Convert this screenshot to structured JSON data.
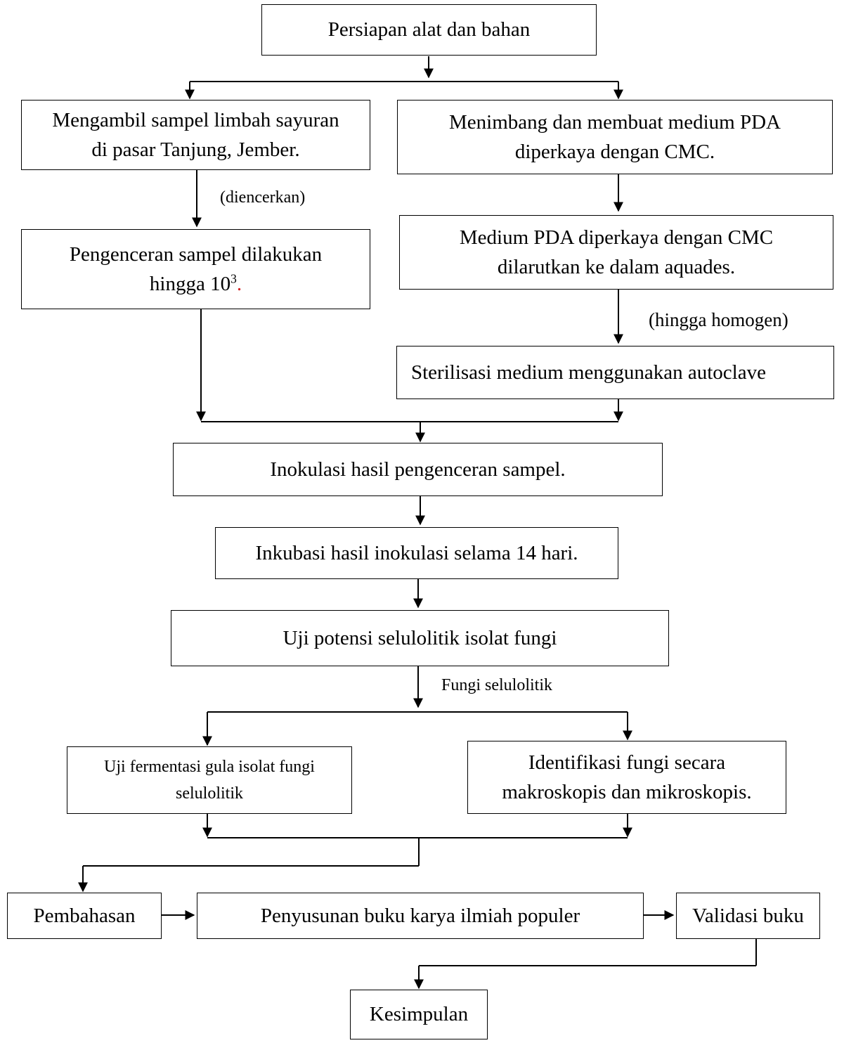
{
  "nodes": {
    "persiapan": "Persiapan alat dan bahan",
    "ambil_l1": "Mengambil sampel limbah sayuran",
    "ambil_l2": "di pasar Tanjung, Jember.",
    "timbang_l1": "Menimbang dan membuat medium PDA",
    "timbang_l2": "diperkaya dengan CMC.",
    "pengenceran_l1": "Pengenceran sampel dilakukan",
    "pengenceran_l2_base": "hingga 10",
    "pengenceran_l2_exp": "3",
    "pengenceran_l2_end": ".",
    "medium_l1": "Medium PDA diperkaya dengan CMC",
    "medium_l2": "dilarutkan ke dalam aquades.",
    "sterilisasi": "Sterilisasi medium menggunakan autoclave",
    "inokulasi": "Inokulasi hasil pengenceran sampel.",
    "inkubasi": "Inkubasi hasil inokulasi selama 14 hari.",
    "uji_potensi": "Uji potensi selulolitik isolat fungi",
    "fermentasi_l1": "Uji fermentasi gula isolat fungi",
    "fermentasi_l2": "selulolitik",
    "identifikasi_l1": "Identifikasi fungi secara",
    "identifikasi_l2": "makroskopis dan mikroskopis.",
    "pembahasan": "Pembahasan",
    "penyusunan": "Penyusunan buku karya ilmiah populer",
    "validasi": "Validasi buku",
    "kesimpulan": "Kesimpulan"
  },
  "edge_labels": {
    "diencerkan": "(diencerkan)",
    "homogen": "(hingga homogen)",
    "fungi_selulolitik": "Fungi selulolitik"
  }
}
